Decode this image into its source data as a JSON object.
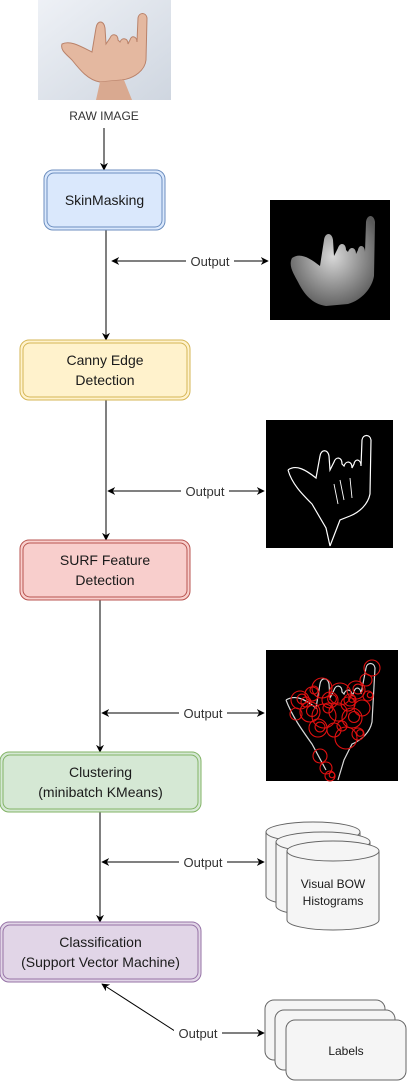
{
  "raw_image_label": "RAW IMAGE",
  "output_label": "Output",
  "steps": [
    {
      "label_lines": [
        "SkinMasking"
      ],
      "fill": "#dae8fc",
      "stroke": "#6c8ebf"
    },
    {
      "label_lines": [
        "Canny Edge",
        "Detection"
      ],
      "fill": "#fff2cc",
      "stroke": "#d6b656"
    },
    {
      "label_lines": [
        "SURF Feature",
        "Detection"
      ],
      "fill": "#f8cecc",
      "stroke": "#b85450"
    },
    {
      "label_lines": [
        "Clustering",
        "(minibatch KMeans)"
      ],
      "fill": "#d5e8d4",
      "stroke": "#82b366"
    },
    {
      "label_lines": [
        "Classification",
        "(Support Vector Machine)"
      ],
      "fill": "#e1d5e7",
      "stroke": "#9673a6"
    }
  ],
  "bow_store": {
    "label_lines": [
      "Visual BOW",
      "Histograms"
    ]
  },
  "labels_doc": {
    "label": "Labels"
  },
  "colors": {
    "line": "#000000",
    "thumb_bg": "#000000",
    "keypoint": "#e01010"
  },
  "icons": [
    "hand-photo",
    "masked-hand-image",
    "edge-image",
    "surf-keypoints-image",
    "cylinder-stack",
    "document-stack"
  ]
}
